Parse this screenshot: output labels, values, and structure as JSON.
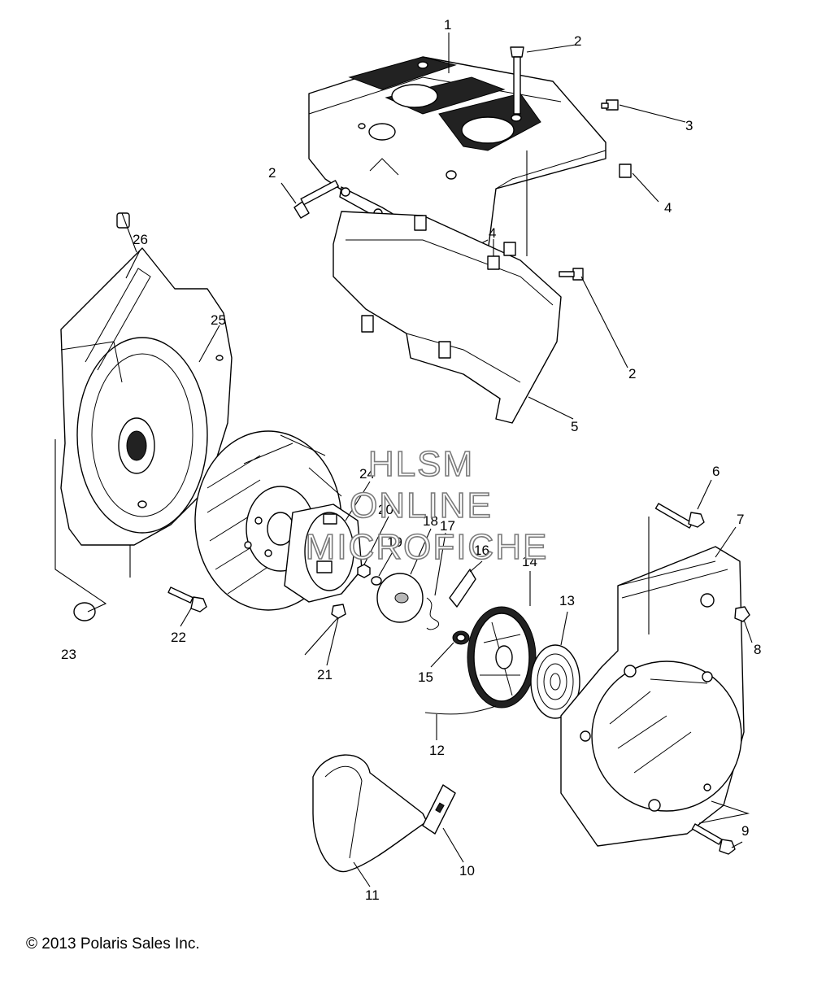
{
  "callouts": [
    "1",
    "2",
    "3",
    "4",
    "5",
    "6",
    "7",
    "8",
    "9",
    "10",
    "11",
    "12",
    "13",
    "14",
    "15",
    "16",
    "17",
    "18",
    "19",
    "20",
    "21",
    "22",
    "23",
    "24",
    "25",
    "26"
  ],
  "watermark": [
    "HLSM",
    "ONLINE",
    "MICROFICHE"
  ],
  "copyright": "© 2013 Polaris Sales Inc.",
  "colors": {
    "line": "#000000",
    "background": "#ffffff",
    "watermark": "#7a7a7a"
  }
}
